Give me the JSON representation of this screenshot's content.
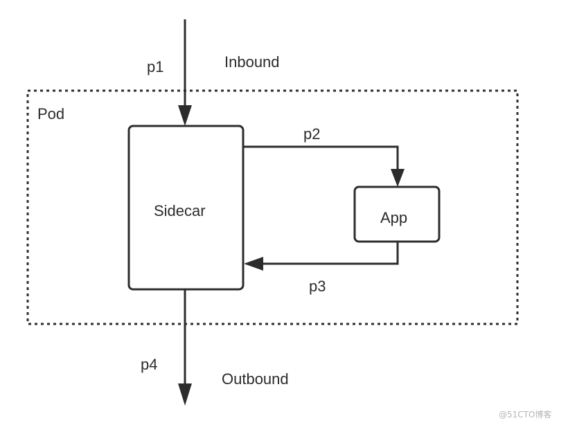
{
  "labels": {
    "p1": "p1",
    "inbound": "Inbound",
    "pod": "Pod",
    "p2": "p2",
    "sidecar": "Sidecar",
    "app": "App",
    "p3": "p3",
    "p4": "p4",
    "outbound": "Outbound"
  },
  "watermark": "@51CTO博客",
  "colors": {
    "line": "#2c2c2c",
    "text": "#2b2b2b",
    "background": "#ffffff"
  }
}
